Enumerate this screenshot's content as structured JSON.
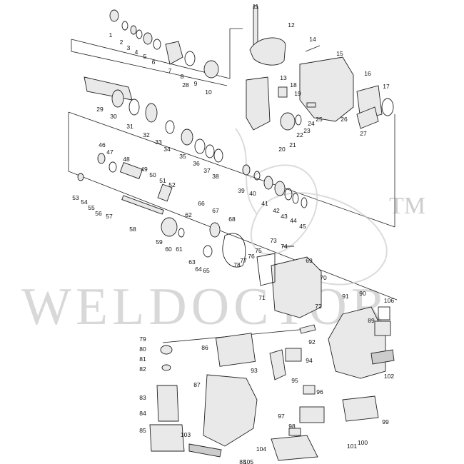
{
  "watermark": {
    "text": "WELDOCTOR",
    "trademark": "TM"
  },
  "callouts": [
    "1",
    "2",
    "3",
    "4",
    "5",
    "6",
    "7",
    "8",
    "9",
    "10",
    "11",
    "12",
    "13",
    "14",
    "15",
    "16",
    "17",
    "18",
    "19",
    "20",
    "21",
    "22",
    "23",
    "24",
    "25",
    "26",
    "27",
    "28",
    "29",
    "30",
    "31",
    "32",
    "33",
    "34",
    "35",
    "36",
    "37",
    "38",
    "39",
    "40",
    "41",
    "42",
    "43",
    "44",
    "45",
    "46",
    "47",
    "48",
    "49",
    "50",
    "51",
    "52",
    "53",
    "54",
    "55",
    "56",
    "57",
    "58",
    "59",
    "60",
    "61",
    "62",
    "63",
    "64",
    "65",
    "66",
    "67",
    "68",
    "69",
    "70",
    "71",
    "72",
    "73",
    "74",
    "75",
    "76",
    "77",
    "78",
    "79",
    "80",
    "81",
    "82",
    "83",
    "84",
    "85",
    "86",
    "87",
    "88",
    "89",
    "90",
    "91",
    "92",
    "93",
    "94",
    "95",
    "96",
    "97",
    "98",
    "99",
    "100",
    "101",
    "102",
    "103",
    "104",
    "105",
    "106"
  ]
}
